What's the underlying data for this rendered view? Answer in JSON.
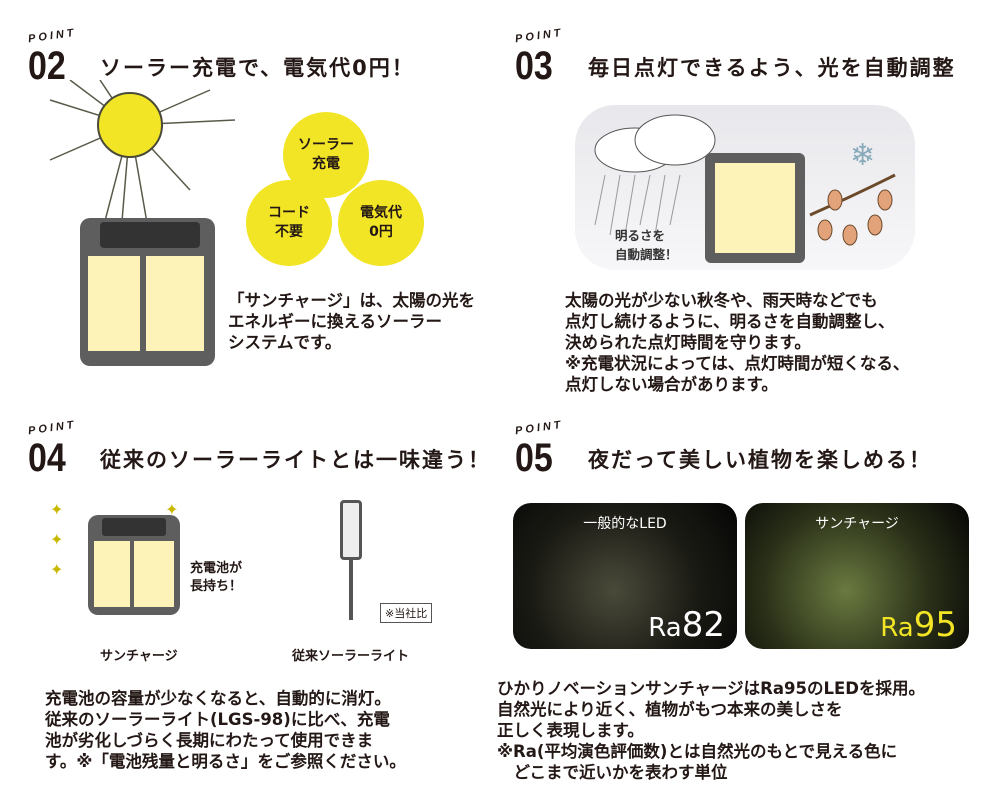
{
  "point_label": "POINT",
  "sections": [
    {
      "num": "02",
      "title": "ソーラー充電で、電気代0円！",
      "badges": [
        "ソーラー\n充電",
        "コード\n不要",
        "電気代\n0円"
      ],
      "body": "「サンチャージ」は、太陽の光を\nエネルギーに換えるソーラー\nシステムです。"
    },
    {
      "num": "03",
      "title": "毎日点灯できるよう、光を自動調整",
      "illustration_label": "明るさを\n自動調整！",
      "body": "太陽の光が少ない秋冬や、雨天時などでも\n点灯し続けるように、明るさを自動調整し、\n決められた点灯時間を守ります。\n※充電状況によっては、点灯時間が短くなる、\n点灯しない場合があります。"
    },
    {
      "num": "04",
      "title": "従来のソーラーライトとは一味違う！",
      "callout": "充電池が\n長持ち！",
      "product_a": "サンチャージ",
      "product_b": "従来ソーラーライト",
      "note": "※当社比",
      "body": "充電池の容量が少なくなると、自動的に消灯。\n従来のソーラーライト(LGS-98)に比べ、充電\n池が劣化しづらく長期にわたって使用できま\nす。※「電池残量と明るさ」をご参照ください。"
    },
    {
      "num": "05",
      "title": "夜だって美しい植物を楽しめる！",
      "photos": [
        {
          "caption": "一般的なLED",
          "ra_prefix": "Ra",
          "ra_value": "82",
          "color": "#ffffff"
        },
        {
          "caption": "サンチャージ",
          "ra_prefix": "Ra",
          "ra_value": "95",
          "color": "#f2e526"
        }
      ],
      "body": "ひかりノベーションサンチャージはRa95のLEDを採用。\n自然光により近く、植物がもつ本来の美しさを\n正しく表現します。\n※Ra(平均演色評価数)とは自然光のもとで見える色に\n　どこまで近いかを表わす単位"
    }
  ]
}
